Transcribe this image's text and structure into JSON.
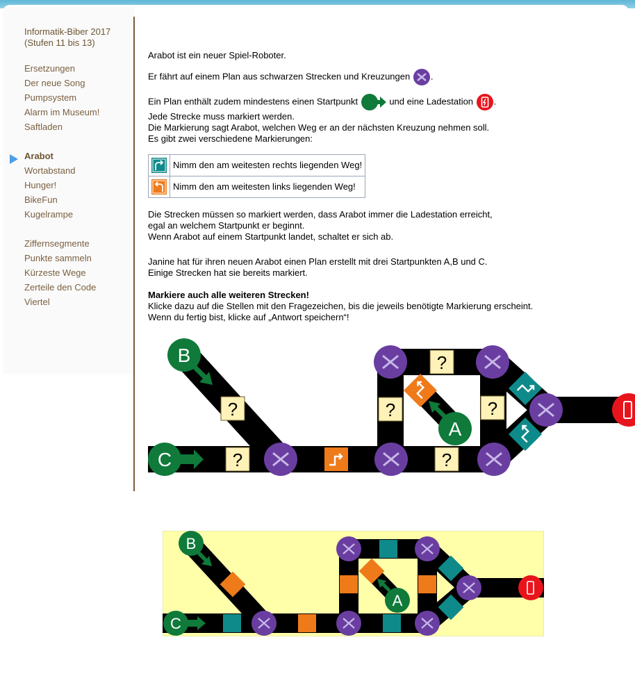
{
  "nav": {
    "title_line1": "Informatik-Biber 2017",
    "title_line2": "(Stufen 11 bis 13)",
    "group1": [
      "Ersetzungen",
      "Der neue Song",
      "Pumpsystem",
      "Alarm im Museum!",
      "Saftladen"
    ],
    "group2": [
      "Arabot",
      "Wortabstand",
      "Hunger!",
      "BikeFun",
      "Kugelrampe"
    ],
    "group3": [
      "Ziffernsegmente",
      "Punkte sammeln",
      "Kürzeste Wege",
      "Zerteile den Code",
      "Viertel"
    ],
    "active": "Arabot"
  },
  "content": {
    "p1": "Arabot ist ein neuer Spiel-Roboter.",
    "p2": "Er fährt auf einem Plan aus schwarzen Strecken und Kreuzungen",
    "p3a": "Ein Plan enthält zudem mindestens einen Startpunkt",
    "p3b": "und eine Ladestation",
    "p3c": "Jede Strecke muss markiert werden.",
    "p3d": "Die Markierung sagt Arabot, welchen Weg er an der nächsten Kreuzung nehmen soll.",
    "p3e": "Es gibt zwei verschiedene Markierungen:",
    "rule_right": "Nimm den am weitesten rechts liegenden Weg!",
    "rule_left": "Nimm den am weitesten links liegenden Weg!",
    "p4a": "Die Strecken müssen so markiert werden, dass Arabot immer die Ladestation erreicht,",
    "p4b": "egal an welchem Startpunkt er beginnt.",
    "p4c": "Wenn Arabot auf einem Startpunkt landet, schaltet er sich ab.",
    "p5a": "Janine hat für ihren neuen Arabot einen Plan erstellt mit drei Startpunkten A,B und C.",
    "p5b": "Einige Strecken hat sie bereits markiert.",
    "task": "Markiere auch alle weiteren Strecken!",
    "p6a": "Klicke dazu auf die Stellen mit den Fragezeichen, bis die jeweils benötigte Markierung erscheint.",
    "p6b": "Wenn du fertig bist, klicke auf „Antwort speichern“!"
  },
  "board": {
    "start_a": "A",
    "start_b": "B",
    "start_c": "C",
    "question": "?"
  },
  "colors": {
    "junction": "#6a3ea1",
    "start": "#0f7a3a",
    "charger": "#e8141c",
    "mark_right": "#0f8a8a",
    "mark_left": "#ef7a1a",
    "question_bg": "#fff2b8",
    "preview_bg": "#ffffaa"
  }
}
